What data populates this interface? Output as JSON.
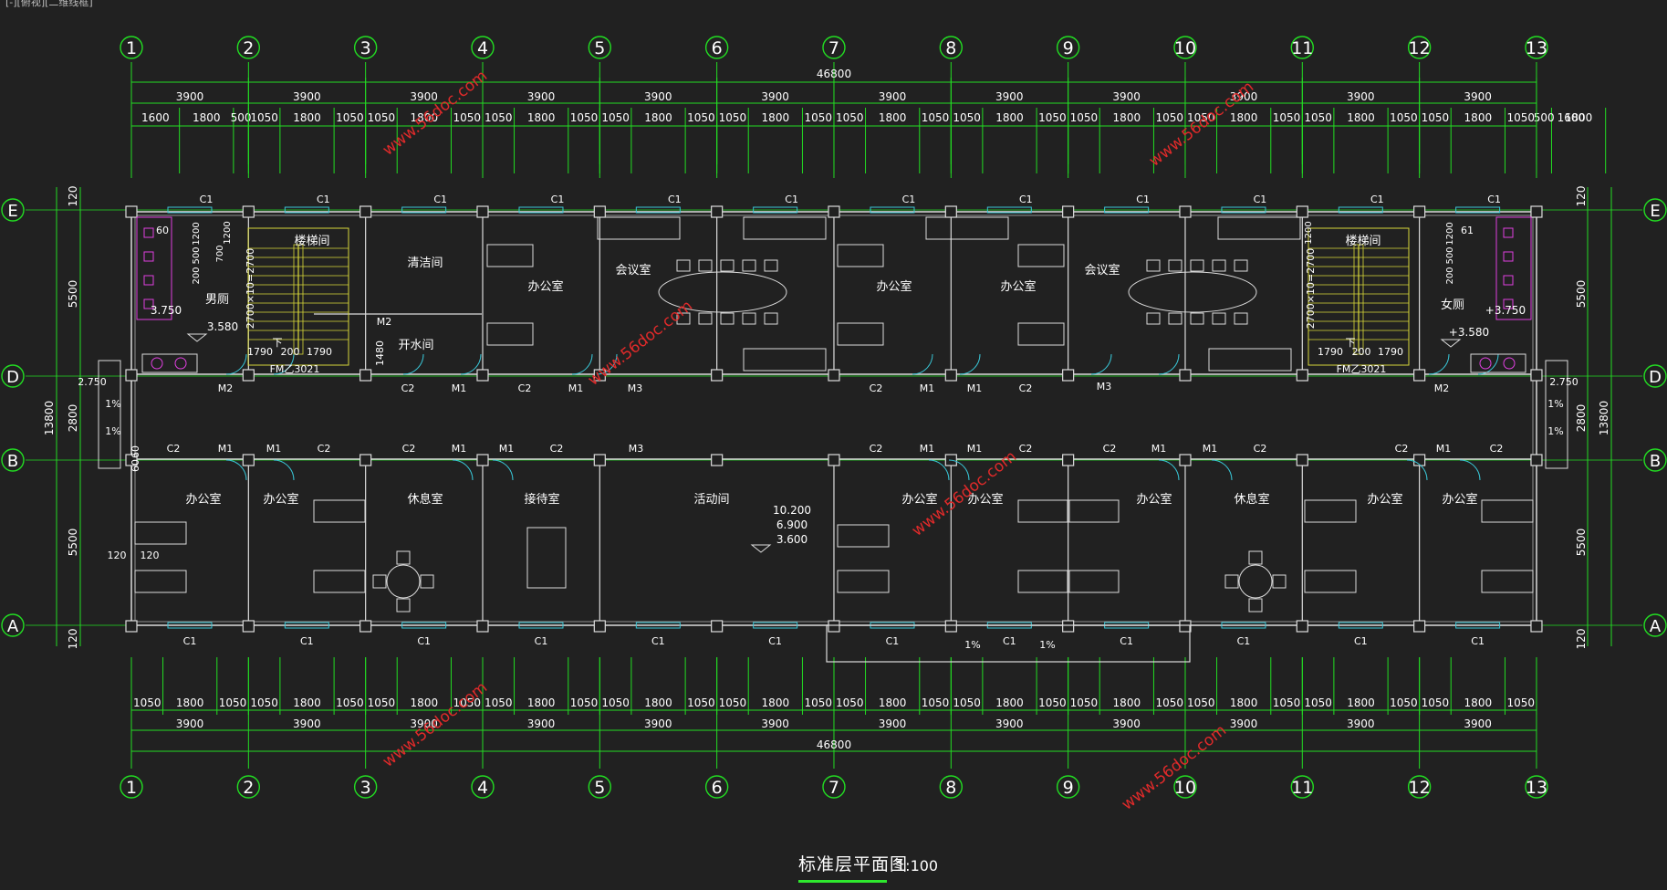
{
  "header_text": "[-][俯视][二维线框]",
  "title": "标准层平面图",
  "scale": "1:100",
  "colors": {
    "background": "#212121",
    "axis": "#22dd22",
    "wall": "#dcdcdc",
    "window": "#39c6d6",
    "stair": "#d8d83a",
    "door": "#39c6d6",
    "fixture": "#e040e0",
    "watermark": "#e02a2a"
  },
  "axes": {
    "columns": [
      "1",
      "2",
      "3",
      "4",
      "5",
      "6",
      "7",
      "8",
      "9",
      "10",
      "11",
      "12",
      "13"
    ],
    "rows": [
      "E",
      "D",
      "B",
      "A"
    ]
  },
  "dims": {
    "total_top": "46800",
    "total_bottom": "46800",
    "bays_top": [
      "3900",
      "3900",
      "3900",
      "3900",
      "3900",
      "3900",
      "3900",
      "3900",
      "3900",
      "3900",
      "3900",
      "3900"
    ],
    "bays_bottom": [
      "3900",
      "3900",
      "3900",
      "3900",
      "3900",
      "3900",
      "3900",
      "3900",
      "3900",
      "3900",
      "3900",
      "3900"
    ],
    "top_sub": [
      "1600",
      "1800",
      "500",
      "1050",
      "1800",
      "1050",
      "1050",
      "1800",
      "1050",
      "1050",
      "1800",
      "1050",
      "1050",
      "1800",
      "1050",
      "1050",
      "1800",
      "1050",
      "1050",
      "1800",
      "1050",
      "1050",
      "1800",
      "1050",
      "1050",
      "1800",
      "1050",
      "1050",
      "1800",
      "1050",
      "1050",
      "1800",
      "1050",
      "1050",
      "1800",
      "1050",
      "500",
      "1800",
      "1600"
    ],
    "bottom_sub": [
      "1050",
      "1800",
      "1050",
      "1050",
      "1800",
      "1050",
      "1050",
      "1800",
      "1050",
      "1050",
      "1800",
      "1050",
      "1050",
      "1800",
      "1050",
      "1050",
      "1800",
      "1050",
      "1050",
      "1800",
      "1050",
      "1050",
      "1800",
      "1050",
      "1050",
      "1800",
      "1050",
      "1050",
      "1800",
      "1050",
      "1050",
      "1800",
      "1050",
      "1050",
      "1800",
      "1050"
    ],
    "left_side": [
      "120",
      "5500",
      "2800",
      "5500",
      "120"
    ],
    "left_total": "13800",
    "right_side": [
      "120",
      "5500",
      "2800",
      "5500",
      "120"
    ],
    "right_total": "13800"
  },
  "rooms": {
    "mens_wc": "男厕",
    "womens_wc": "女厕",
    "stair": "楼梯间",
    "cleaning": "清洁间",
    "water": "开水间",
    "office": "办公室",
    "meeting": "会议室",
    "rest": "休息室",
    "reception": "接待室",
    "activity": "活动间"
  },
  "labels": {
    "C1": "C1",
    "C2": "C2",
    "M1": "M1",
    "M2": "M2",
    "M3": "M3",
    "FM": "FM乙3021",
    "level_wc": "3.750",
    "level_wc_r": "+3.750",
    "level_stair": "3.580",
    "level_stair_r": "+3.580",
    "stair_run": "2700×10=2700",
    "stair_dims": [
      "1790",
      "200",
      "1790"
    ],
    "stair_down": "下",
    "stair_v": [
      "1200",
      "200",
      "500",
      "200"
    ],
    "stair_700": "700",
    "stair_60": "60",
    "stair_61": "61",
    "water_1480": "1480",
    "balcony_2750": "2.750",
    "slope": "1%",
    "activity_levels": [
      "10.200",
      "6.900",
      "3.600"
    ],
    "dim_120": "120",
    "dim_60": "60"
  },
  "watermark": "www.56doc.com"
}
